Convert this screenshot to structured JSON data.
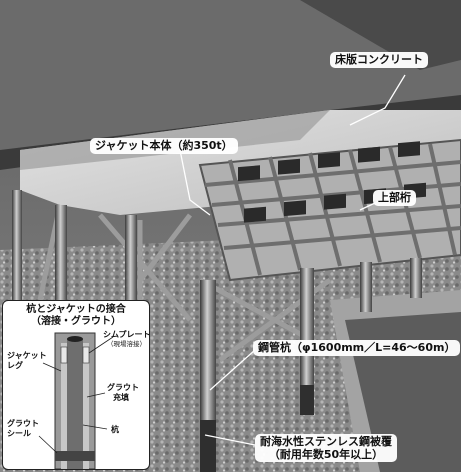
{
  "labels": {
    "floor_slab": "床版コンクリート",
    "jacket_body": "ジャケット本体（約350t）",
    "upper_girder": "上部桁",
    "steel_pipe_pile": "鋼管杭（φ1600mm／L=46～60m）",
    "stainless_cover": "耐海水性ステンレス鋼被覆",
    "stainless_cover_sub": "（耐用年数50年以上）"
  },
  "inset": {
    "title_line1": "杭とジャケットの接合",
    "title_line2": "（溶接・グラウト）",
    "shim_plate": "シムプレート",
    "shim_plate_sub": "（現場溶接）",
    "jacket_leg_1": "ジャケット",
    "jacket_leg_2": "レグ",
    "grout_fill_1": "グラウト",
    "grout_fill_2": "充填",
    "grout_seal_1": "グラウト",
    "grout_seal_2": "シール",
    "pile": "杭"
  },
  "colors": {
    "slab": "#cfcfcf",
    "frame": "#9a9a9a",
    "ground": "#8c8c8c",
    "callout_bg": "#ffffff"
  }
}
